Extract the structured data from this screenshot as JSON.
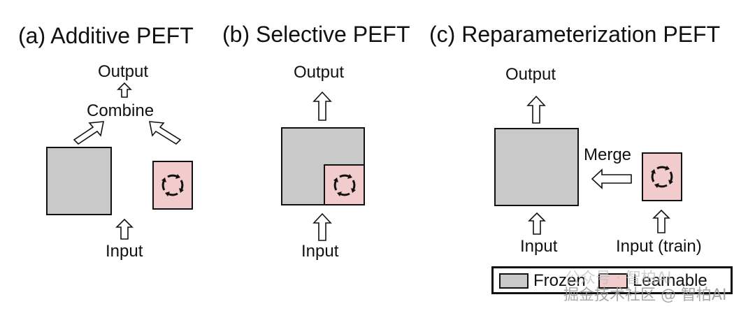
{
  "panels": {
    "a": {
      "title": "(a) Additive PEFT",
      "output": "Output",
      "combine": "Combine",
      "input": "Input"
    },
    "b": {
      "title": "(b) Selective PEFT",
      "output": "Output",
      "input": "Input"
    },
    "c": {
      "title": "(c) Reparameterization PEFT",
      "output": "Output",
      "merge": "Merge",
      "input": "Input",
      "input_train": "Input (train)"
    }
  },
  "legend": {
    "frozen": "Frozen",
    "learnable": "Learnable"
  },
  "watermark": {
    "line1": "公众号 · 智柏AI",
    "line2": "掘金技术社区 @ 智柏AI"
  },
  "colors": {
    "frozen": "#c9c9c9",
    "learnable": "#f2cccc",
    "outline": "#111111"
  }
}
